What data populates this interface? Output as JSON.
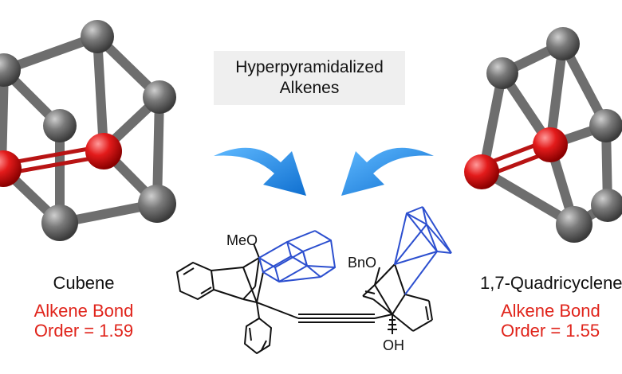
{
  "title": {
    "line1": "Hyperpyramidalized",
    "line2": "Alkenes"
  },
  "left": {
    "name": "Cubene",
    "bond_line1": "Alkene Bond",
    "bond_line2": "Order = 1.59"
  },
  "right": {
    "name": "1,7-Quadricyclene",
    "bond_line1": "Alkene Bond",
    "bond_line2": "Order = 1.55"
  },
  "chem_labels": {
    "meo": "MeO",
    "bno": "BnO",
    "oh": "OH"
  },
  "colors": {
    "atom_gray": "#5e5e5e",
    "atom_red": "#e31b1b",
    "arrow_blue": "#1f8fe6",
    "strain_blue": "#2c4fcf",
    "red_text": "#e0241b"
  }
}
